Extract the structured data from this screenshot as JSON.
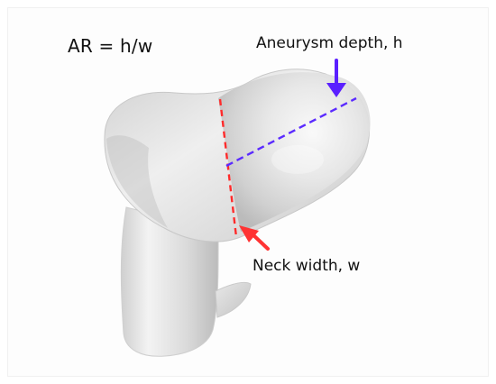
{
  "annotations": {
    "formula": "AR = h/w",
    "depth_label": "Aneurysm depth, h",
    "neck_label": "Neck width, w"
  },
  "colors": {
    "neck_line": "#ff2b2b",
    "neck_arrow": "#ff3333",
    "depth_line": "#5b2bff",
    "depth_arrow": "#5a1fff",
    "surface": "#e5e5e5",
    "surface_shadow": "#b8b8b8",
    "surface_highlight": "#f8f8f8"
  }
}
